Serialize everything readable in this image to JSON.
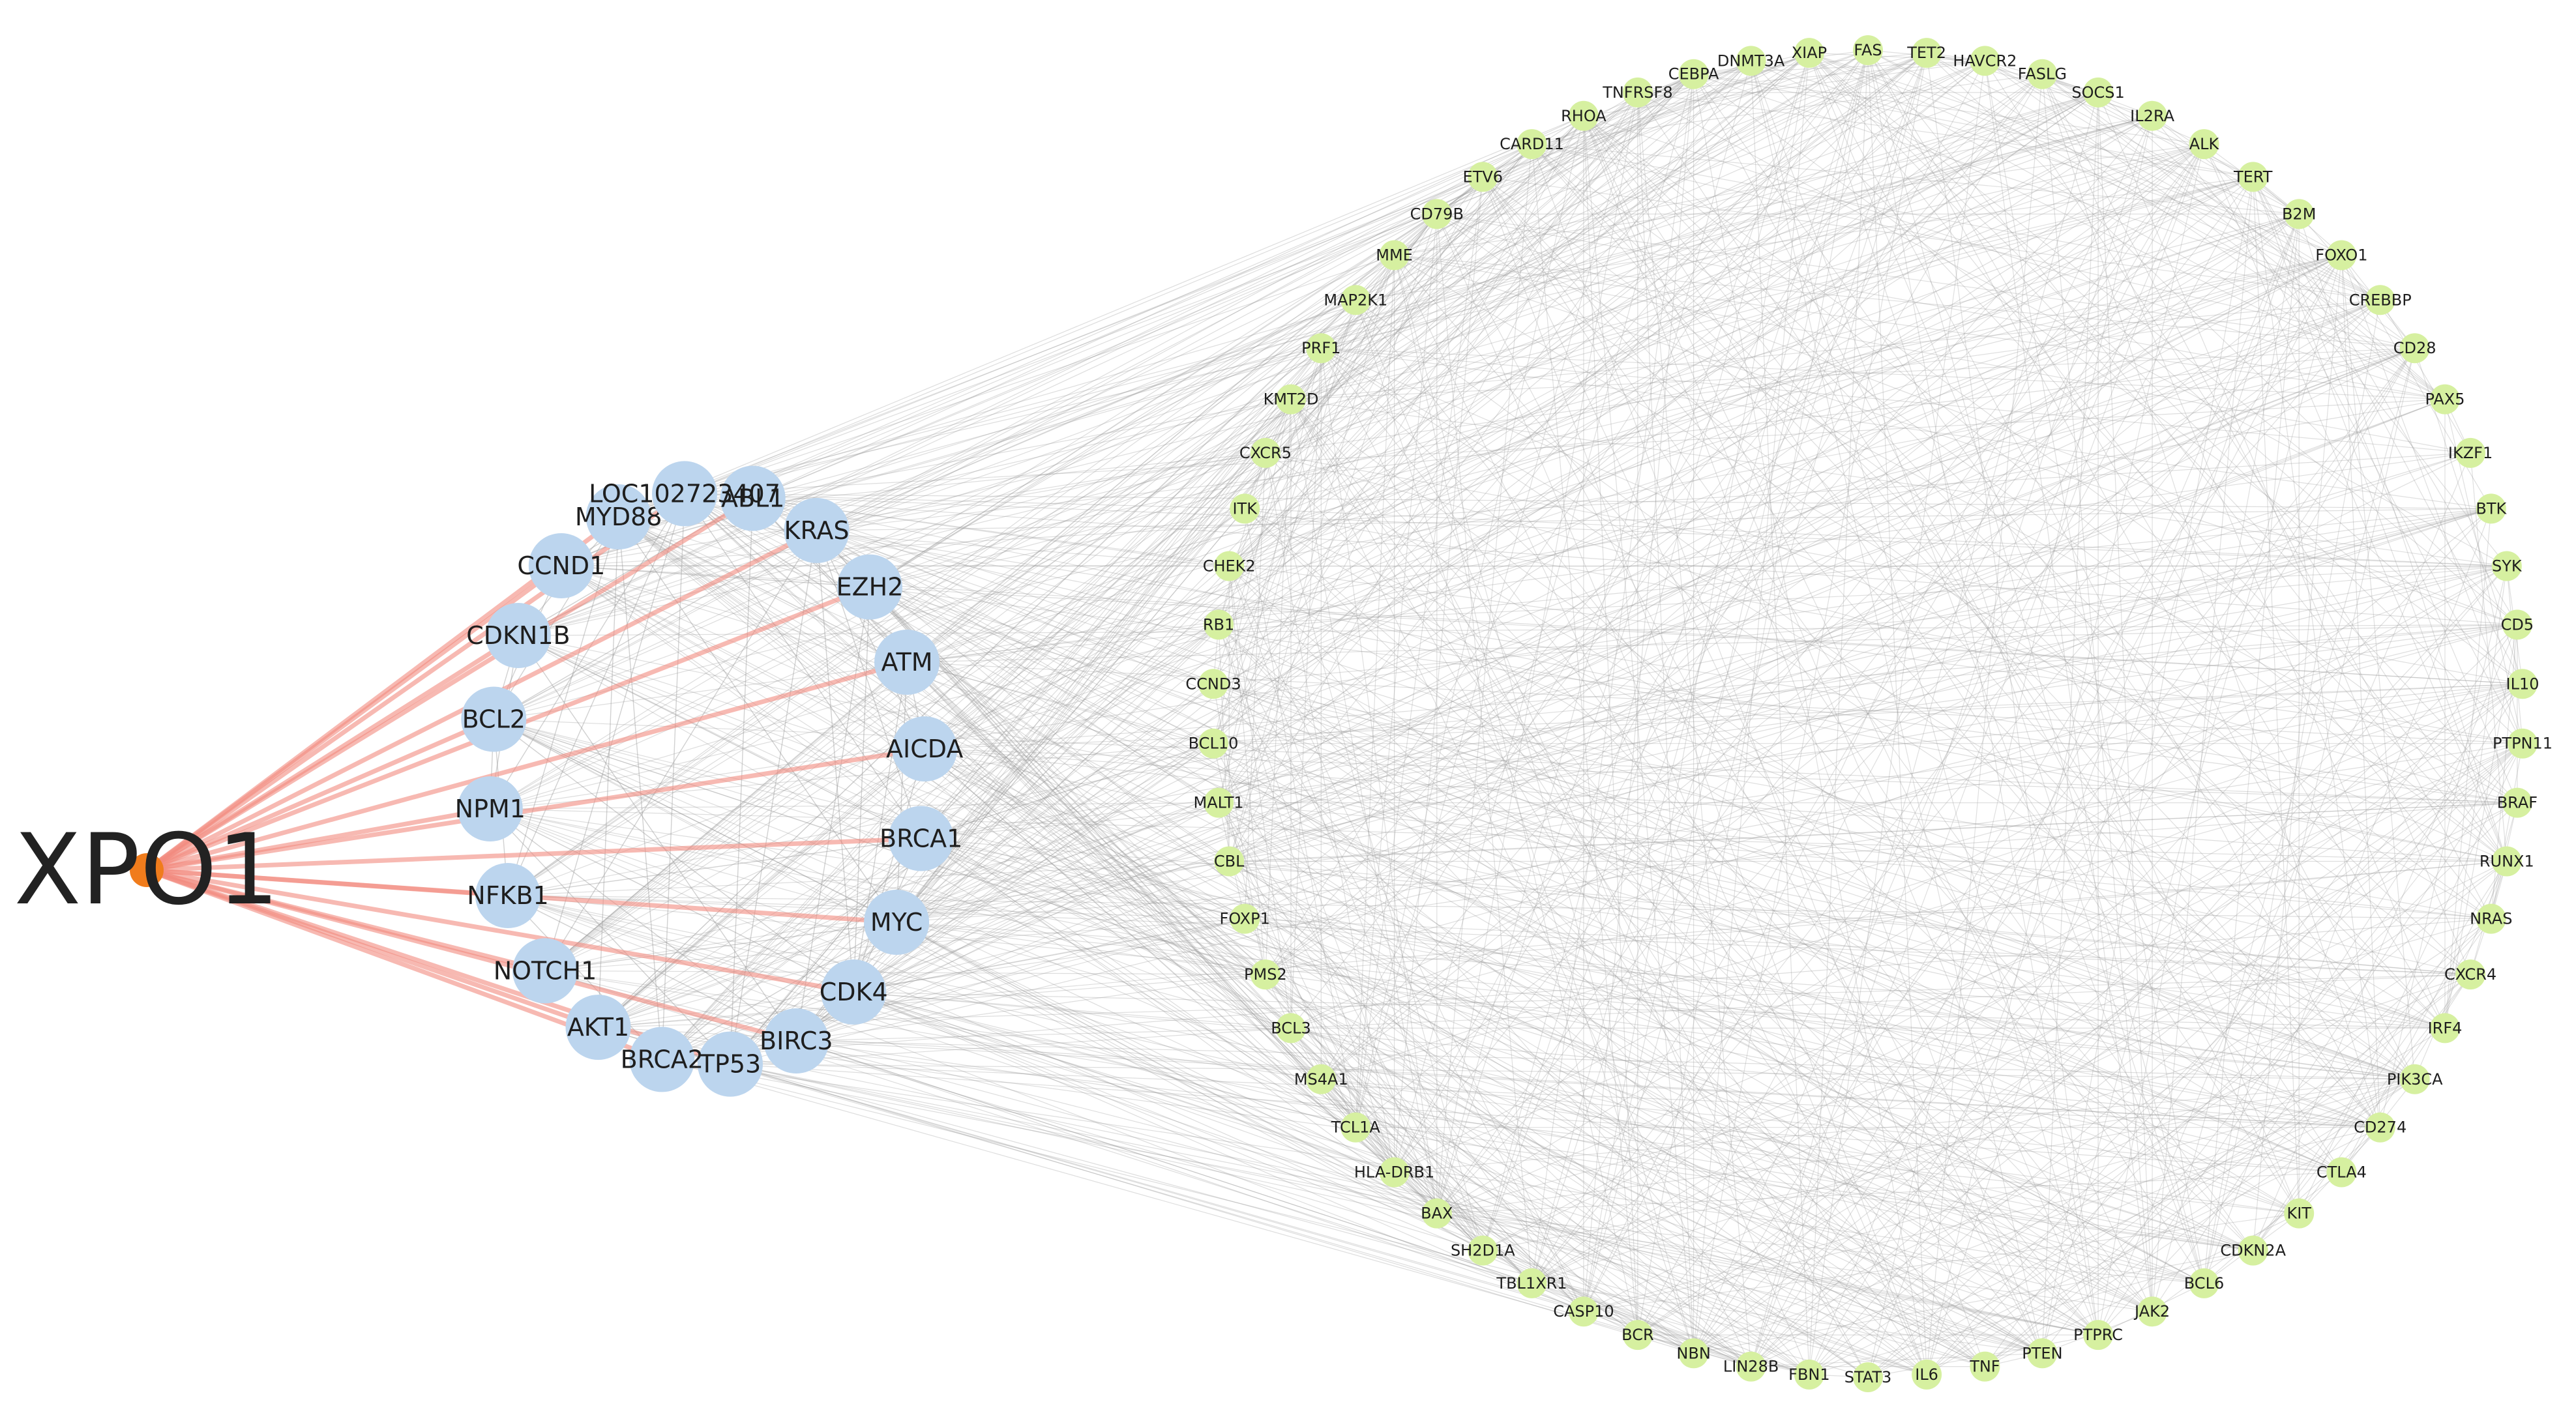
{
  "hub": {
    "label": "XPO1"
  },
  "middle_ring": {
    "nodes": [
      "ABL1",
      "KRAS",
      "EZH2",
      "ATM",
      "AICDA",
      "BRCA1",
      "MYC",
      "CDK4",
      "BIRC3",
      "TP53",
      "BRCA2",
      "AKT1",
      "NOTCH1",
      "NFKB1",
      "NPM1",
      "BCL2",
      "CDKN1B",
      "CCND1",
      "MYD88",
      "LOC102723407"
    ]
  },
  "outer_ring": {
    "nodes": [
      "FAS",
      "TET2",
      "HAVCR2",
      "FASLG",
      "SOCS1",
      "IL2RA",
      "ALK",
      "TERT",
      "B2M",
      "FOXO1",
      "CREBBP",
      "CD28",
      "PAX5",
      "IKZF1",
      "BTK",
      "SYK",
      "CD5",
      "IL10",
      "PTPN11",
      "BRAF",
      "RUNX1",
      "NRAS",
      "CXCR4",
      "IRF4",
      "PIK3CA",
      "CD274",
      "CTLA4",
      "KIT",
      "CDKN2A",
      "BCL6",
      "JAK2",
      "PTPRC",
      "PTEN",
      "TNF",
      "IL6",
      "STAT3",
      "FBN1",
      "LIN28B",
      "NBN",
      "BCR",
      "CASP10",
      "TBL1XR1",
      "SH2D1A",
      "BAX",
      "HLA-DRB1",
      "TCL1A",
      "MS4A1",
      "BCL3",
      "PMS2",
      "FOXP1",
      "CBL",
      "MALT1",
      "BCL10",
      "CCND3",
      "RB1",
      "CHEK2",
      "ITK",
      "CXCR5",
      "KMT2D",
      "PRF1",
      "MAP2K1",
      "MME",
      "CD79B",
      "ETV6",
      "CARD11",
      "RHOA",
      "TNFRSF8",
      "CEBPA",
      "DNMT3A",
      "XIAP"
    ]
  },
  "colors": {
    "hub_node": "#f07c1c",
    "hub_edge": "#f28b7f",
    "middle_node": "#bcd5ee",
    "outer_node": "#d6f0a0",
    "network_edge": "#9a9a9a",
    "background": "#ffffff"
  }
}
